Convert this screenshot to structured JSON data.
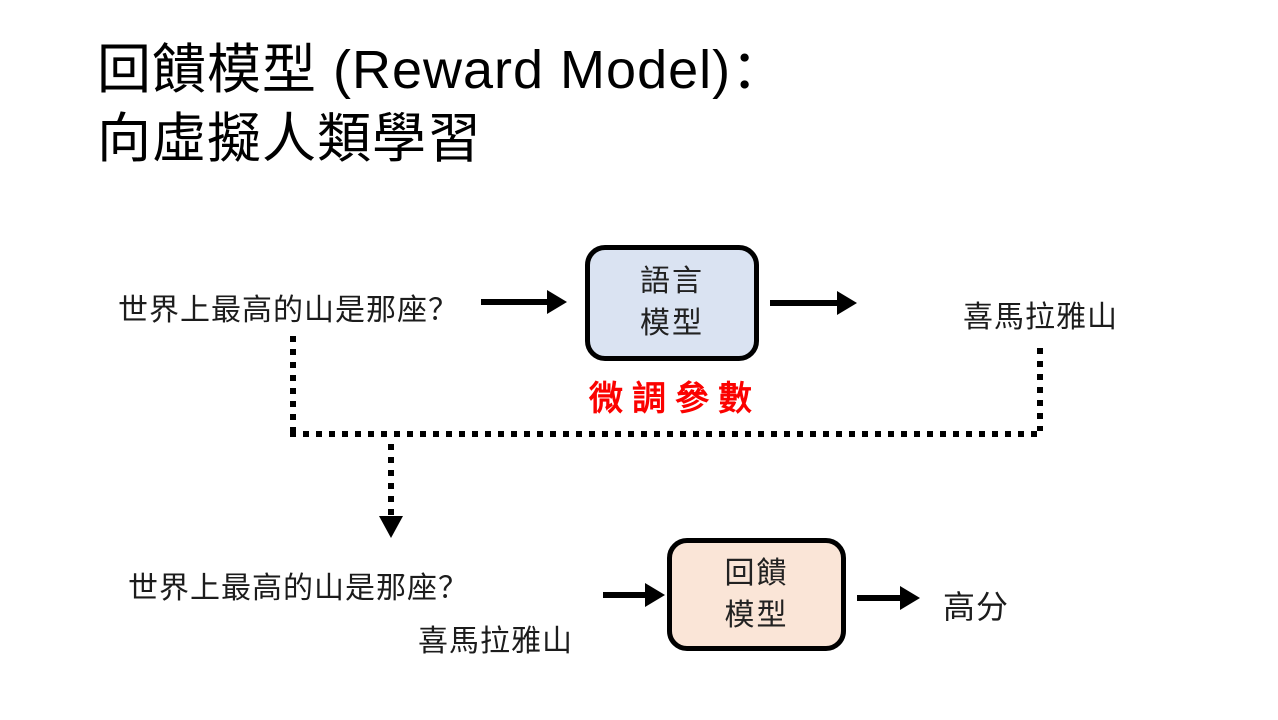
{
  "title": {
    "line1": "回饋模型 (Reward Model)：",
    "line2": "向虛擬人類學習"
  },
  "top_flow": {
    "prompt": "世界上最高的山是那座？",
    "model_name_line1": "語言",
    "model_name_line2": "模型",
    "output": "喜馬拉雅山",
    "finetune_label": "微調參數"
  },
  "bottom_flow": {
    "prompt": "世界上最高的山是那座？",
    "answer": "喜馬拉雅山",
    "model_name_line1": "回饋",
    "model_name_line2": "模型",
    "output": "高分"
  },
  "colors": {
    "language_model_fill": "#dae3f2",
    "reward_model_fill": "#fae5d7",
    "finetune_text_red": "#fb0200",
    "stroke": "#000000",
    "background": "#ffffff"
  }
}
